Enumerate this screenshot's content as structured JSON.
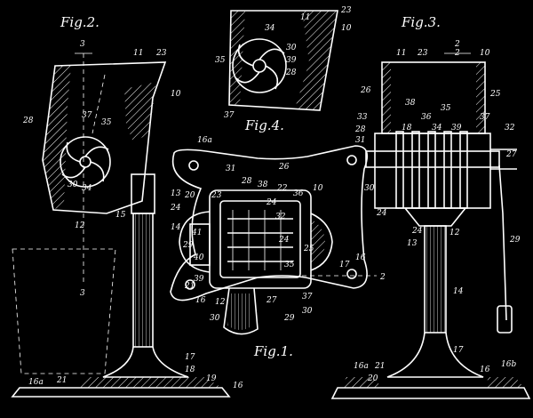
{
  "figures": {
    "fig1": "Fig.1.",
    "fig2": "Fig.2.",
    "fig3": "Fig.3.",
    "fig4": "Fig.4."
  },
  "section_marks": {
    "fig2_top_3": "3",
    "fig2_bottom_3": "3",
    "fig3_top_2": "2",
    "fig1_right_2": "2"
  },
  "refs": {
    "fig2": [
      "11",
      "23",
      "10",
      "28",
      "37",
      "35",
      "30",
      "34",
      "13",
      "15",
      "24",
      "12",
      "14",
      "17",
      "18",
      "19",
      "16",
      "16a",
      "21"
    ],
    "fig4": [
      "34",
      "11",
      "23",
      "10",
      "35",
      "30",
      "39",
      "28",
      "37"
    ],
    "fig3": [
      "11",
      "23",
      "2",
      "10",
      "26",
      "25",
      "38",
      "33",
      "36",
      "35",
      "37",
      "32",
      "28",
      "31",
      "18",
      "34",
      "39",
      "27",
      "30",
      "24",
      "24",
      "13",
      "12",
      "29",
      "14",
      "17",
      "16a",
      "21",
      "20",
      "16",
      "16b"
    ],
    "fig1": [
      "16a",
      "31",
      "26",
      "28",
      "38",
      "22",
      "36",
      "20",
      "10",
      "23",
      "24",
      "32",
      "41",
      "24",
      "40",
      "25",
      "17",
      "16",
      "29",
      "21",
      "39",
      "16",
      "12",
      "30",
      "27",
      "37",
      "35",
      "29",
      "30"
    ]
  }
}
